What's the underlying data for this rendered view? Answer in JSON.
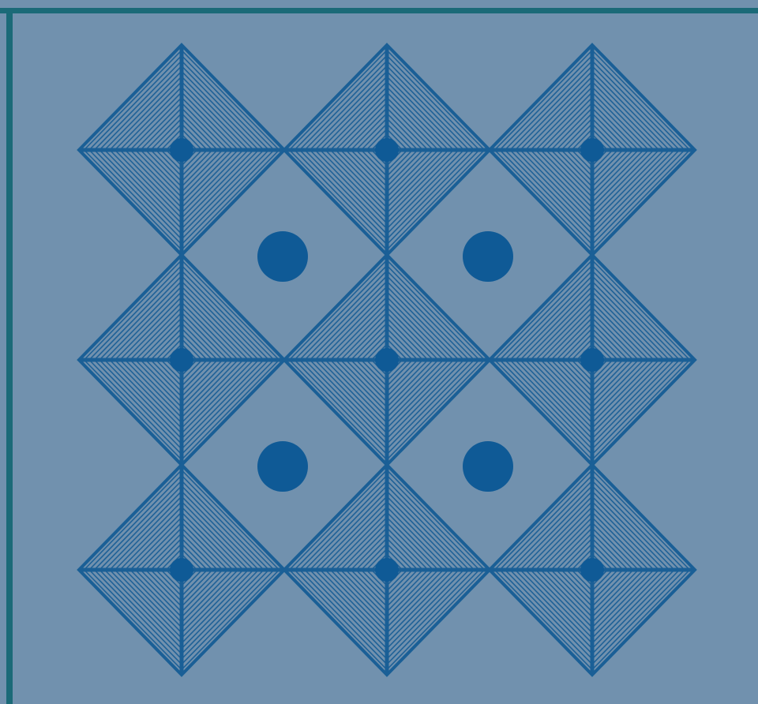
{
  "colors": {
    "background": "#7191ae",
    "frame": "#1b6a78",
    "ink": "#1a5f96",
    "dot": "#0f5a96"
  },
  "octahedra": [
    {
      "id": "r1c1",
      "row": 1,
      "col": 1
    },
    {
      "id": "r1c2",
      "row": 1,
      "col": 2
    },
    {
      "id": "r1c3",
      "row": 1,
      "col": 3
    },
    {
      "id": "r2c1",
      "row": 2,
      "col": 1
    },
    {
      "id": "r2c2",
      "row": 2,
      "col": 2
    },
    {
      "id": "r2c3",
      "row": 2,
      "col": 3
    },
    {
      "id": "r3c1",
      "row": 3,
      "col": 1
    },
    {
      "id": "r3c2",
      "row": 3,
      "col": 2
    },
    {
      "id": "r3c3",
      "row": 3,
      "col": 3
    }
  ],
  "cations": [
    {
      "id": "a1",
      "between_rows": [
        1,
        2
      ],
      "between_cols": [
        1,
        2
      ]
    },
    {
      "id": "a2",
      "between_rows": [
        1,
        2
      ],
      "between_cols": [
        2,
        3
      ]
    },
    {
      "id": "a3",
      "between_rows": [
        2,
        3
      ],
      "between_cols": [
        1,
        2
      ]
    },
    {
      "id": "a4",
      "between_rows": [
        2,
        3
      ],
      "between_cols": [
        2,
        3
      ]
    }
  ]
}
